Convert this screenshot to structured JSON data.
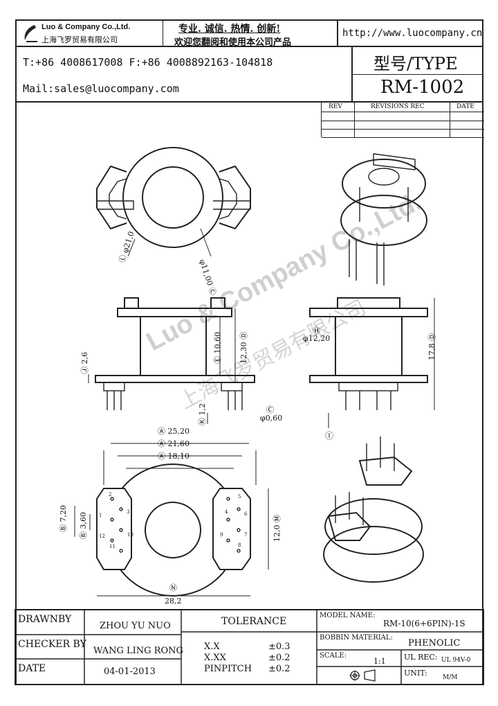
{
  "header": {
    "company_en": "Luo & Company Co.,Ltd.",
    "company_cn": "上海飞罗贸易有限公司",
    "slogan": "专业. 诚信.  热情.  创新!",
    "welcome": "欢迎您翻阅和使用本公司产品",
    "website": "http://www.luocompany.cn",
    "phone_fax": "T:+86 4008617008 F:+86 4008892163-104818",
    "mail": "Mail:sales@luocompany.com",
    "type_label": "型号/TYPE",
    "model": "RM-1002"
  },
  "revisions": {
    "col_rev": "REV",
    "col_rec": "REVISIONS REC",
    "col_date": "DATE"
  },
  "watermark": {
    "en": "Luo & Company Co.,Ltd.",
    "cn": "上海飞罗贸易有限公司"
  },
  "dimensions": {
    "top_outer": "φ21,0",
    "top_outer_ref": "Ⓛ",
    "top_inner": "φ11,00",
    "top_inner_ref": "Ⓒ",
    "side_flange": "2,6",
    "side_flange_ref": "Ⓙ",
    "side_inner_height": "10,60",
    "side_inner_height_ref": "Ⓔ",
    "side_outer_height": "12,30",
    "side_outer_height_ref": "Ⓓ",
    "pin_len": "1,2",
    "pin_len_ref": "Ⓚ",
    "pin_dia": "φ0,60",
    "pin_dia_ref": "Ⓒ",
    "front_core": "φ12,20",
    "front_core_ref": "Ⓗ",
    "front_total": "17,8",
    "front_total_ref": "Ⓓ",
    "front_pin_ref": "Ⓘ",
    "bottom_w1": "25,20",
    "bottom_w1_ref": "Ⓐ",
    "bottom_w2": "21,60",
    "bottom_w2_ref": "Ⓐ",
    "bottom_w3": "18,10",
    "bottom_w3_ref": "Ⓐ",
    "bottom_h1": "7,20",
    "bottom_h1_ref": "Ⓑ",
    "bottom_h2": "3,60",
    "bottom_h2_ref": "Ⓑ",
    "bottom_h3": "12,0",
    "bottom_h3_ref": "Ⓜ",
    "bottom_total": "28,2",
    "bottom_total_ref": "Ⓝ",
    "pin_numbers": [
      "1",
      "2",
      "3",
      "4",
      "5",
      "6",
      "7",
      "8",
      "9",
      "10",
      "11",
      "12"
    ]
  },
  "footer": {
    "drawnby_label": "DRAWNBY",
    "drawnby_value": "ZHOU YU NUO",
    "checker_label": "CHECKER BY",
    "checker_value": "WANG LING RONG",
    "date_label": "DATE",
    "date_value": "04-01-2013",
    "tolerance_label": "TOLERANCE",
    "tol_xx_label": "X.X",
    "tol_xx_value": "±0.3",
    "tol_xxx_label": "X.XX",
    "tol_xxx_value": "±0.2",
    "tol_pin_label": "PINPITCH",
    "tol_pin_value": "±0.2",
    "model_name_label": "MODEL NAME:",
    "model_name_value": "RM-10(6+6PIN)-1S",
    "bobbin_label": "BOBBIN MATERIAL:",
    "bobbin_value": "PHENOLIC",
    "scale_label": "SCALE:",
    "scale_value": "1:1",
    "ulrec_label": "UL REC:",
    "ulrec_value": "UL 94V-0",
    "unit_label": "UNIT:",
    "unit_value": "M/M"
  },
  "colors": {
    "line": "#222222",
    "watermark": "#c8c8c8"
  }
}
